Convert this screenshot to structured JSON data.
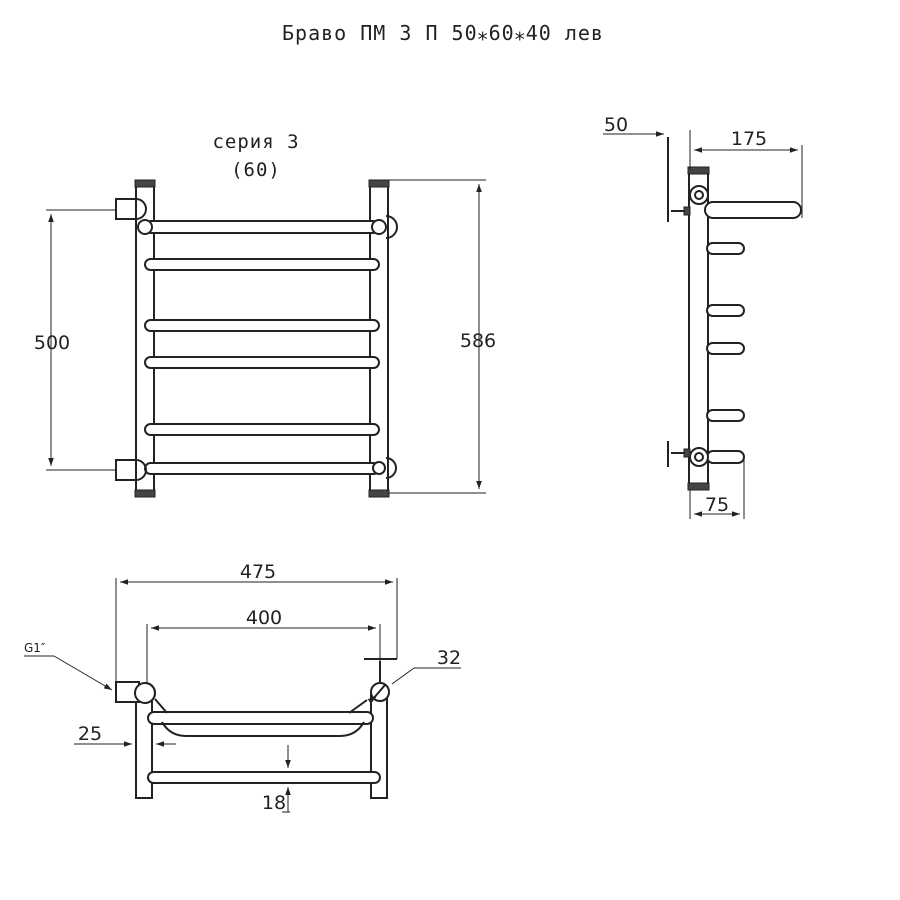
{
  "title": "Браво ПМ 3 П 50⁎60⁎40 лев",
  "front_view": {
    "series_label": "серия 3",
    "series_code": "(60)",
    "dim_height": "586",
    "dim_connection": "500"
  },
  "side_view": {
    "dim_offset": "50",
    "dim_depth": "175",
    "dim_shelf": "75"
  },
  "top_view": {
    "dim_width": "475",
    "dim_centers": "400",
    "dim_pipe": "32",
    "dim_wall": "25",
    "dim_bar": "18",
    "thread_label": "G1″"
  },
  "colors": {
    "line": "#222222",
    "background": "#ffffff",
    "cap": "#444444"
  }
}
